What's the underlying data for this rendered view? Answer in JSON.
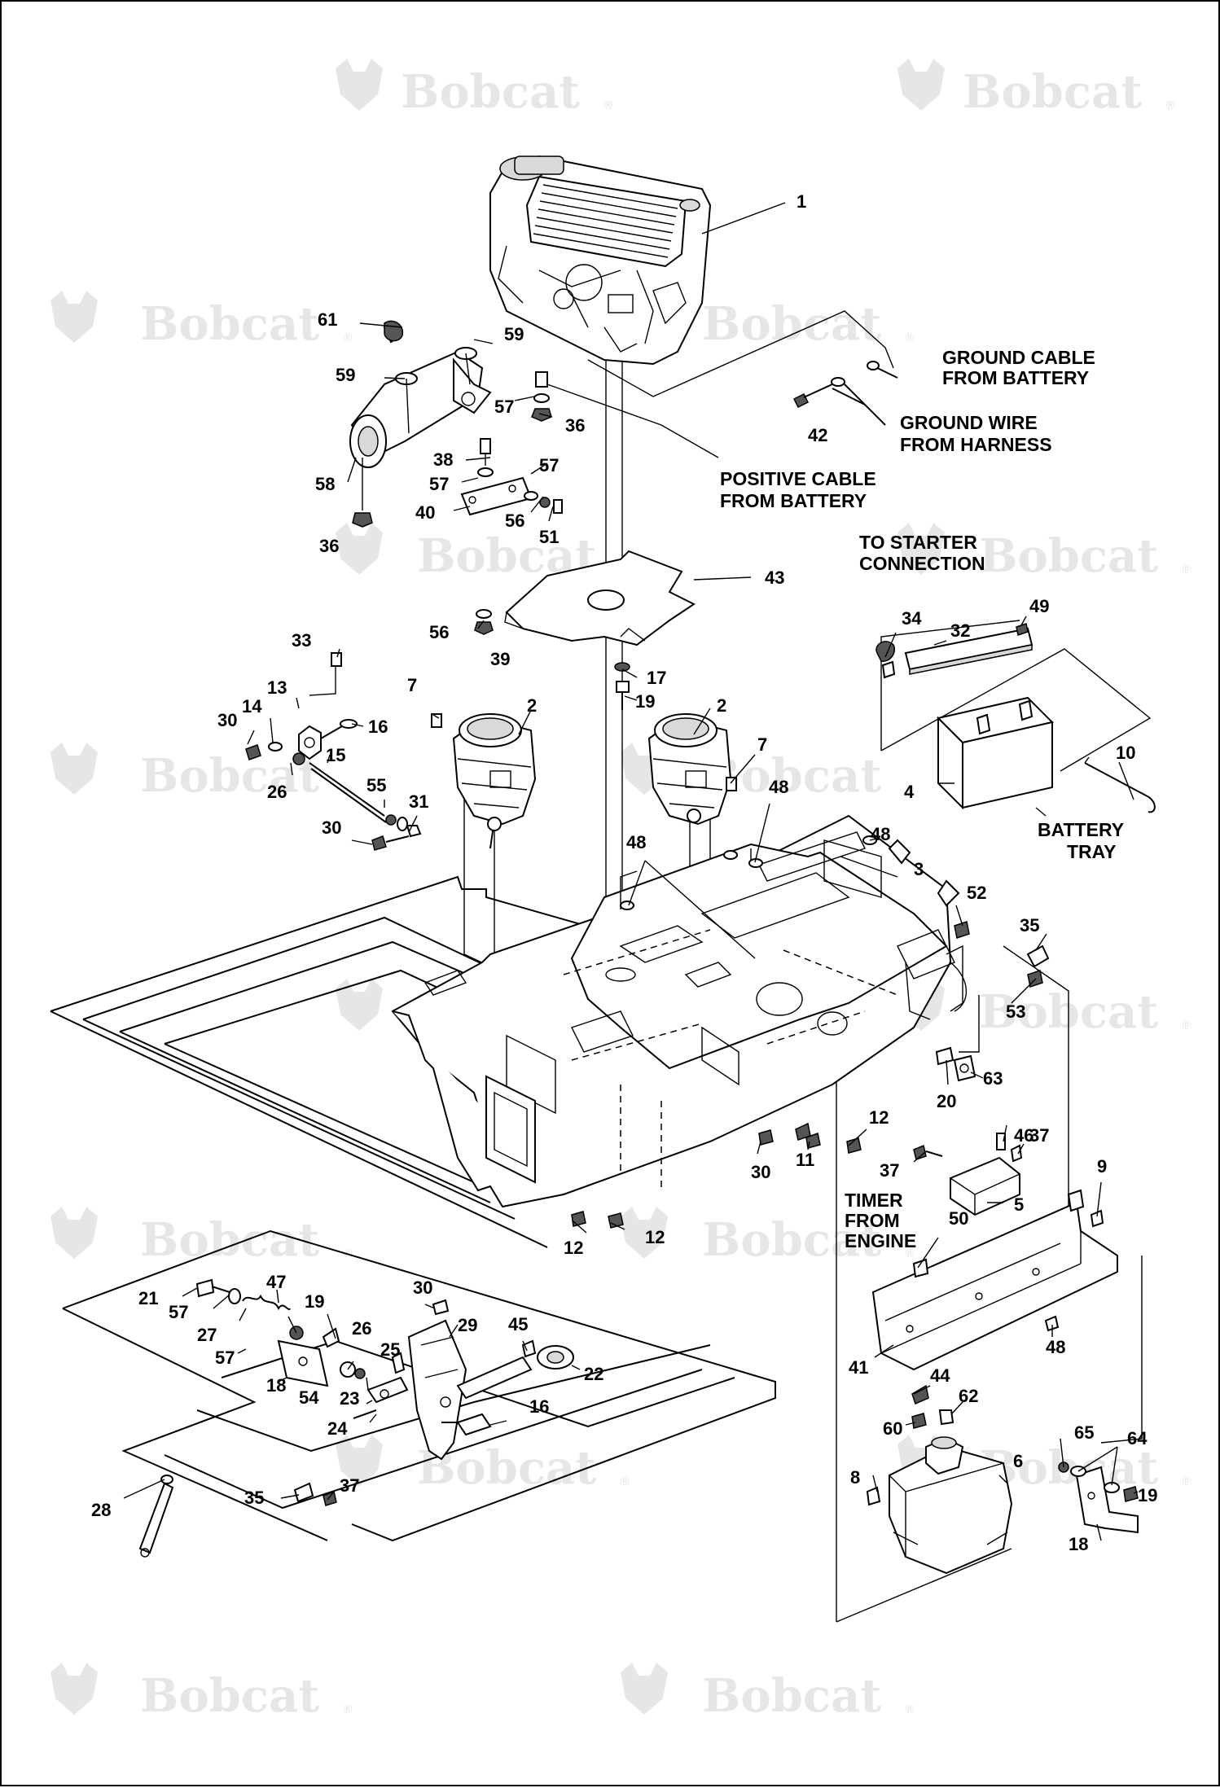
{
  "watermark": {
    "brand": "Bobcat",
    "registered": "®",
    "logo_icon": "bobcat-head-icon"
  },
  "callouts": {
    "c1": "1",
    "c2a": "2",
    "c2b": "2",
    "c3": "3",
    "c4": "4",
    "c5": "5",
    "c6": "6",
    "c7a": "7",
    "c7b": "7",
    "c8": "8",
    "c9": "9",
    "c10": "10",
    "c11": "11",
    "c12a": "12",
    "c12b": "12",
    "c12c": "12",
    "c13": "13",
    "c14": "14",
    "c15": "15",
    "c16a": "16",
    "c16b": "16",
    "c17": "17",
    "c18a": "18",
    "c18b": "18",
    "c19a": "19",
    "c19b": "19",
    "c19c": "19",
    "c20": "20",
    "c21": "21",
    "c22": "22",
    "c23": "23",
    "c24": "24",
    "c25": "25",
    "c26a": "26",
    "c26b": "26",
    "c27": "27",
    "c28": "28",
    "c29": "29",
    "c30a": "30",
    "c30b": "30",
    "c30c": "30",
    "c30d": "30",
    "c31": "31",
    "c32": "32",
    "c33": "33",
    "c34": "34",
    "c35a": "35",
    "c35b": "35",
    "c36a": "36",
    "c36b": "36",
    "c37a": "37",
    "c37b": "37",
    "c37c": "37",
    "c38": "38",
    "c39": "39",
    "c40": "40",
    "c41": "41",
    "c42": "42",
    "c43": "43",
    "c44": "44",
    "c45": "45",
    "c46": "46",
    "c47": "47",
    "c48a": "48",
    "c48b": "48",
    "c48c": "48",
    "c48d": "48",
    "c49": "49",
    "c50": "50",
    "c51": "51",
    "c52": "52",
    "c53": "53",
    "c54": "54",
    "c55": "55",
    "c56a": "56",
    "c56b": "56",
    "c57a": "57",
    "c57b": "57",
    "c57c": "57",
    "c57d": "57",
    "c57e": "57",
    "c58": "58",
    "c59a": "59",
    "c59b": "59",
    "c60": "60",
    "c61": "61",
    "c62": "62",
    "c63": "63",
    "c64": "64",
    "c65": "65"
  },
  "labels": {
    "ground_cable_1": "GROUND CABLE",
    "ground_cable_2": "FROM BATTERY",
    "ground_wire_1": "GROUND WIRE",
    "ground_wire_2": "FROM HARNESS",
    "positive_cable_1": "POSITIVE CABLE",
    "positive_cable_2": "FROM BATTERY",
    "starter_1": "TO STARTER",
    "starter_2": "CONNECTION",
    "battery_tray_1": "BATTERY",
    "battery_tray_2": "TRAY",
    "timer_1": "TIMER",
    "timer_2": "FROM",
    "timer_3": "ENGINE"
  }
}
